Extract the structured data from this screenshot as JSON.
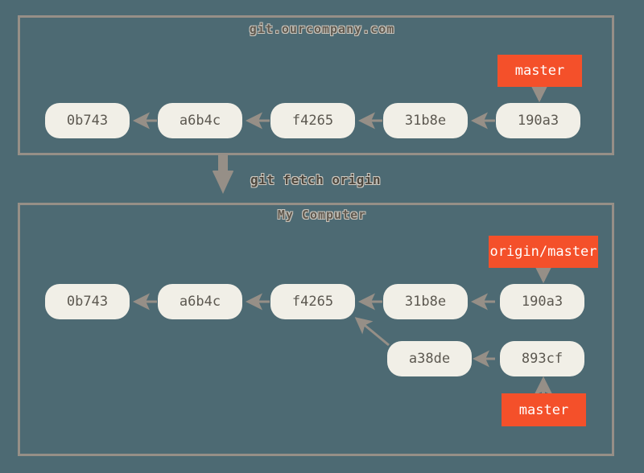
{
  "diagram": {
    "title": "git fetch origin",
    "background_color": "#4d6a73",
    "frame_border_color": "#968f87",
    "commit_fill_color": "#f1efe7",
    "commit_text_color": "#5c5850",
    "branch_fill_color": "#f4502a",
    "branch_text_color": "#ffffff",
    "arrow_color": "#968f87"
  },
  "server": {
    "title": "git.ourcompany.com",
    "commits": [
      {
        "sha": "0b743"
      },
      {
        "sha": "a6b4c"
      },
      {
        "sha": "f4265"
      },
      {
        "sha": "31b8e"
      },
      {
        "sha": "190a3"
      }
    ],
    "branches": [
      {
        "name": "master",
        "points_to": "190a3"
      }
    ]
  },
  "transition": {
    "command": "git fetch origin"
  },
  "local": {
    "title": "My Computer",
    "commits_main": [
      {
        "sha": "0b743"
      },
      {
        "sha": "a6b4c"
      },
      {
        "sha": "f4265"
      },
      {
        "sha": "31b8e"
      },
      {
        "sha": "190a3"
      }
    ],
    "commits_branch": [
      {
        "sha": "a38de"
      },
      {
        "sha": "893cf"
      }
    ],
    "branches": [
      {
        "name": "origin/master",
        "points_to": "190a3"
      },
      {
        "name": "master",
        "points_to": "893cf"
      }
    ]
  }
}
